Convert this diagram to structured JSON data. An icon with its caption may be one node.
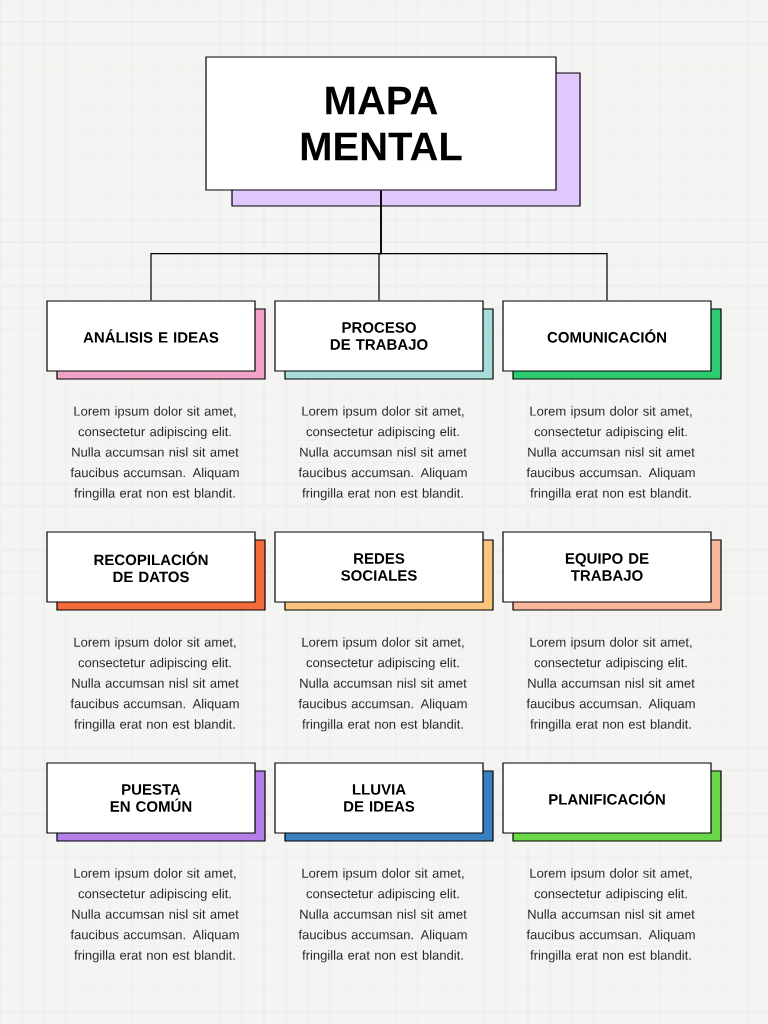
{
  "diagram": {
    "nodes": [
      {
        "text": [
          "MAPA MENTAL"
        ]
      },
      {
        "text": [
          "ANÁLISIS E IDEAS"
        ],
        "beside": [
          "Lorem ipsum dolor sit amet, consectetur adipiscing elit. Nulla accumsan nisl sit amet faucibus accumsan. Aliquam fringilla erat non est blandit."
        ]
      },
      {
        "text": [
          "PROCESO DE TRABAJO"
        ],
        "beside": [
          "Lorem ipsum dolor sit amet, consectetur adipiscing elit. Nulla accumsan nisl sit amet faucibus accumsan. Aliquam fringilla erat non est blandit."
        ]
      },
      {
        "text": [
          "COMUNICACIÓN"
        ],
        "beside": [
          "Lorem ipsum dolor sit amet, consectetur adipiscing elit. Nulla accumsan nisl sit amet faucibus accumsan. Aliquam fringilla erat non est blandit."
        ]
      },
      {
        "text": [
          "RECOPILACIÓN DE DATOS"
        ],
        "beside": [
          "Lorem ipsum dolor sit amet, consectetur adipiscing elit. Nulla accumsan nisl sit amet faucibus accumsan. Aliquam fringilla erat non est blandit."
        ]
      },
      {
        "text": [
          "REDES SOCIALES"
        ],
        "beside": [
          "Lorem ipsum dolor sit amet, consectetur adipiscing elit. Nulla accumsan nisl sit amet faucibus accumsan. Aliquam fringilla erat non est blandit."
        ]
      },
      {
        "text": [
          "EQUIPO DE TRABAJO"
        ],
        "beside": [
          "Lorem ipsum dolor sit amet, consectetur adipiscing elit. Nulla accumsan nisl sit amet faucibus accumsan. Aliquam fringilla erat non est blandit."
        ]
      },
      {
        "text": [
          "PUESTA EN COMÚN"
        ],
        "beside": [
          "Lorem ipsum dolor sit amet, consectetur adipiscing elit. Nulla accumsan nisl sit amet faucibus accumsan. Aliquam fringilla erat non est blandit."
        ]
      },
      {
        "text": [
          "LLUVIA DE IDEAS"
        ],
        "beside": [
          "Lorem ipsum dolor sit amet, consectetur adipiscing elit. Nulla accumsan nisl sit amet faucibus accumsan. Aliquam fringilla erat non est blandit."
        ]
      },
      {
        "text": [
          "PLANIFICACIÓN"
        ],
        "beside": [
          "Lorem ipsum dolor sit amet, consectetur adipiscing elit. Nulla accumsan nisl sit amet faucibus accumsan. Aliquam fringilla erat non est blandit."
        ]
      }
    ],
    "edges": [
      {
        "from": 0,
        "to": 1,
        "arrow": "none"
      },
      {
        "from": 0,
        "to": 2,
        "arrow": "none"
      },
      {
        "from": 0,
        "to": 3,
        "arrow": "none"
      }
    ]
  }
}
